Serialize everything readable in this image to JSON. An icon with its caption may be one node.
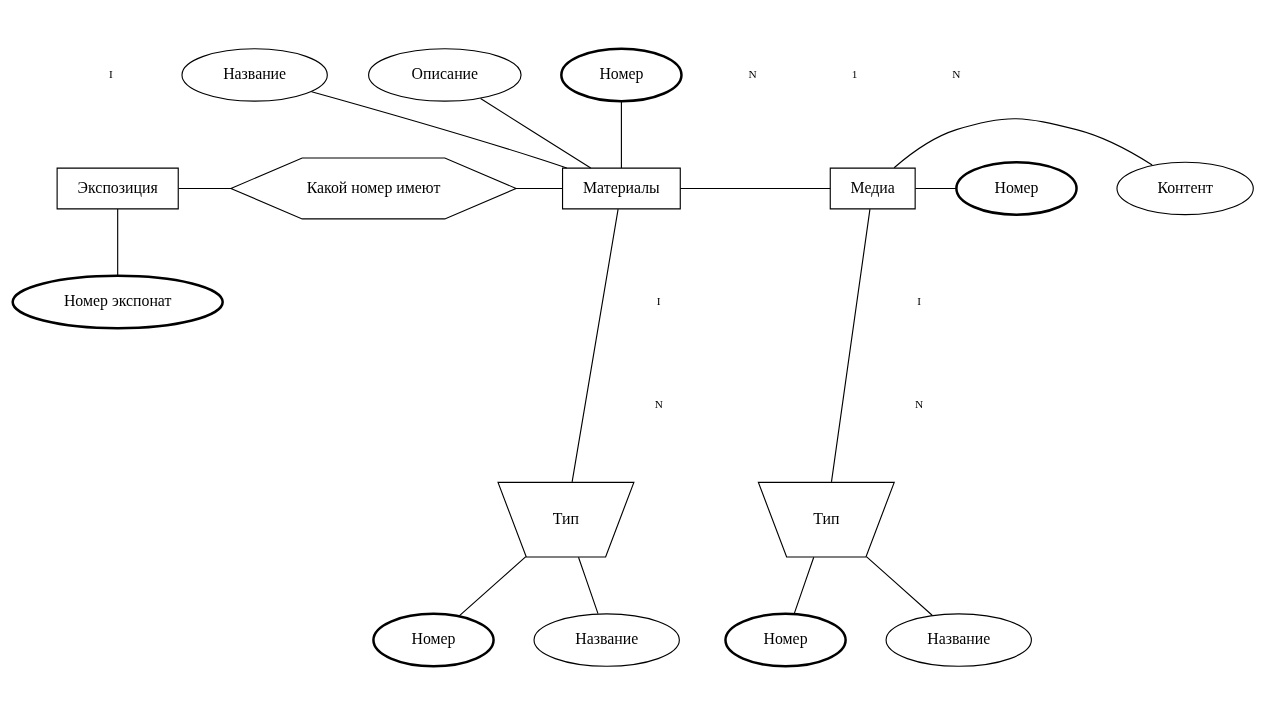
{
  "diagram": {
    "nodes": [
      {
        "text": [
          "Экспозиция"
        ]
      },
      {
        "text": [
          "Какой номер имеют"
        ]
      },
      {
        "text": [
          "Материалы"
        ]
      },
      {
        "text": [
          "Медиа"
        ]
      },
      {
        "text": [
          "Номер экспонат"
        ]
      },
      {
        "text": [
          "Название"
        ]
      },
      {
        "text": [
          "Описание"
        ]
      },
      {
        "text": [
          "Номер"
        ]
      },
      {
        "text": [
          "Контент"
        ]
      },
      {
        "text": [
          "Номер"
        ]
      },
      {
        "text": [
          "Тип"
        ]
      },
      {
        "text": [
          "Тип"
        ]
      },
      {
        "text": [
          "Номер"
        ]
      },
      {
        "text": [
          "Название"
        ]
      },
      {
        "text": [
          "Номер"
        ]
      },
      {
        "text": [
          "Название"
        ]
      }
    ],
    "edges": [
      {
        "from": 0,
        "to": 1,
        "arrow": "none"
      },
      {
        "from": 1,
        "to": 2,
        "arrow": "none"
      },
      {
        "from": 2,
        "to": 3,
        "arrow": "none"
      },
      {
        "from": 0,
        "to": 4,
        "arrow": "none"
      },
      {
        "from": 5,
        "to": 2,
        "arrow": "none"
      },
      {
        "from": 6,
        "to": 2,
        "arrow": "none"
      },
      {
        "from": 7,
        "to": 2,
        "arrow": "none"
      },
      {
        "from": 3,
        "to": 8,
        "arrow": "none"
      },
      {
        "from": 3,
        "to": 9,
        "arrow": "none"
      },
      {
        "from": 2,
        "to": 10,
        "arrow": "none"
      },
      {
        "from": 3,
        "to": 11,
        "arrow": "none"
      },
      {
        "from": 10,
        "to": 12,
        "arrow": "none"
      },
      {
        "from": 10,
        "to": 13,
        "arrow": "none"
      },
      {
        "from": 11,
        "to": 14,
        "arrow": "none"
      },
      {
        "from": 11,
        "to": 15,
        "arrow": "none"
      }
    ],
    "labels": [
      "I",
      "N",
      "1",
      "N",
      "I",
      "I",
      "N",
      "N"
    ]
  }
}
